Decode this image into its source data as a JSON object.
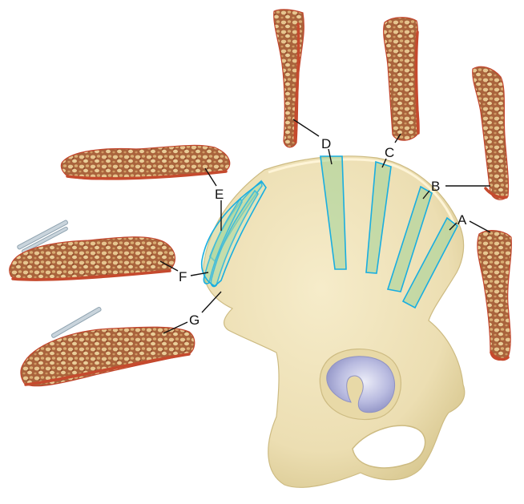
{
  "figure": {
    "labels": {
      "A": "A",
      "B": "B",
      "C": "C",
      "D": "D",
      "E": "E",
      "F": "F",
      "G": "G"
    }
  },
  "colors": {
    "bone": "#efe3bb",
    "bone_shadow": "#d9c992",
    "acetabulum": "#b7b9dd",
    "graft_zone": "#a0d296",
    "zone_outline": "#19aee0",
    "cortex": "#c54a2e",
    "cancellous_base": "#cf9a6a"
  }
}
